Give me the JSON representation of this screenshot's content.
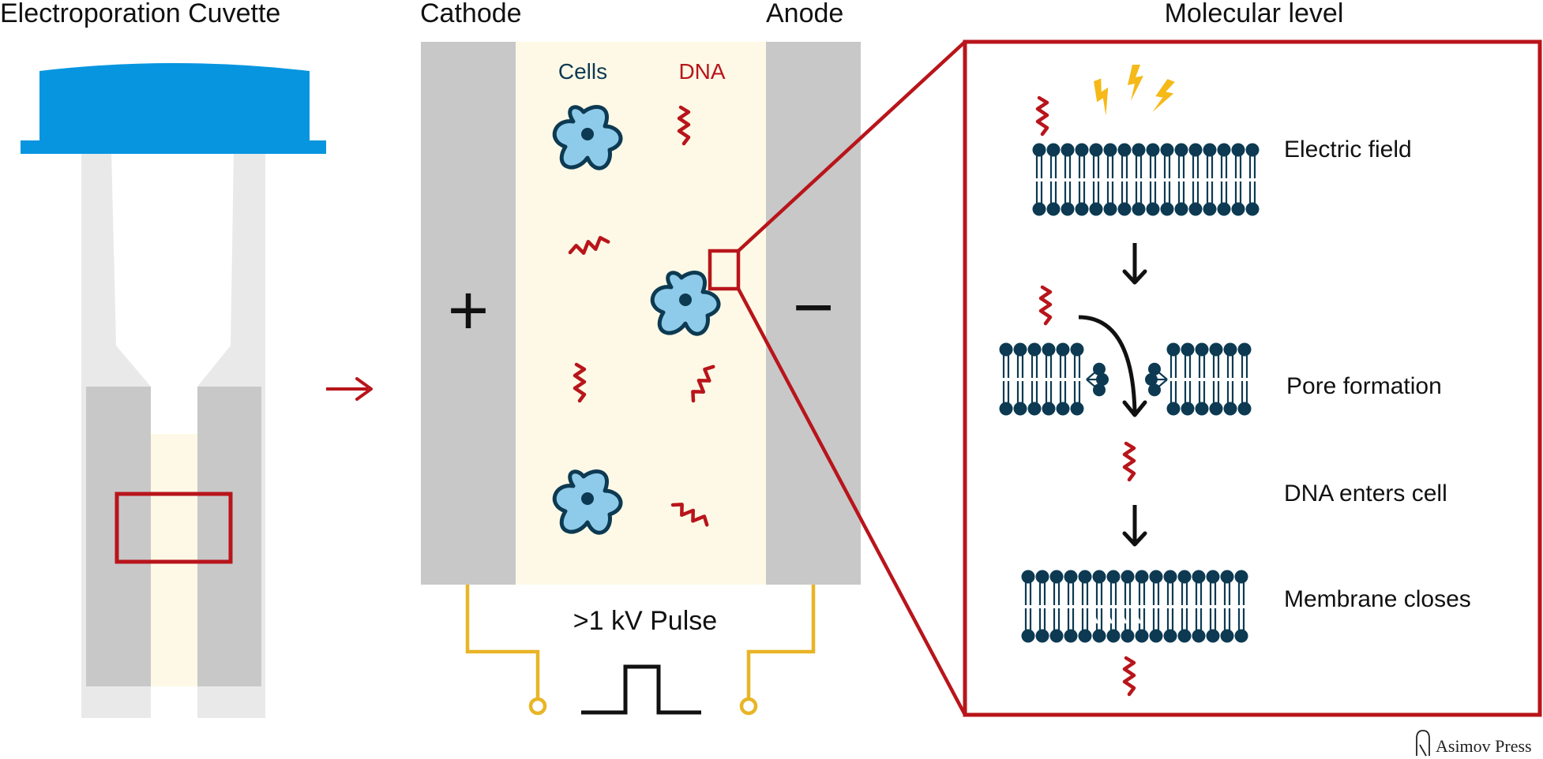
{
  "titles": {
    "cuvette": "Electroporation Cuvette",
    "cathode": "Cathode",
    "anode": "Anode",
    "molecular": "Molecular level"
  },
  "labels": {
    "cells": "Cells",
    "dna": "DNA",
    "plus": "+",
    "minus": "−",
    "pulse": ">1 kV Pulse"
  },
  "steps": [
    "Electric field",
    "Pore formation",
    "DNA enters cell",
    "Membrane closes"
  ],
  "brand": "Asimov Press",
  "colors": {
    "cap_blue": "#0795e0",
    "cuvette_light": "#e9e9e9",
    "electrode_gray": "#c8c8c8",
    "medium_cream": "#fdf9e6",
    "accent_red": "#b8151b",
    "cell_fill": "#8ecbea",
    "cell_stroke": "#0d3a52",
    "lipid_navy": "#0d3a52",
    "wire_gold": "#e8b526",
    "bolt_yellow": "#f5b918"
  }
}
